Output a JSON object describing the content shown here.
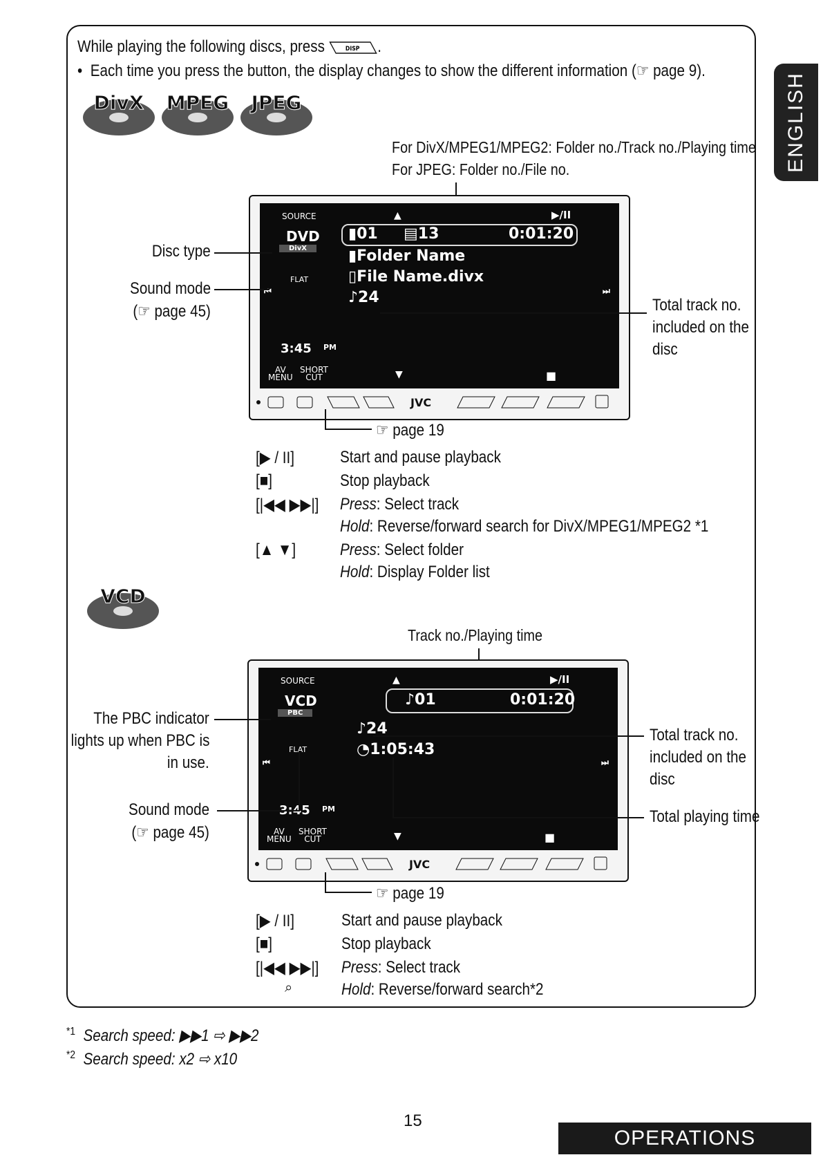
{
  "side_tab": "ENGLISH",
  "footer": {
    "page_number": "15",
    "section": "OPERATIONS"
  },
  "intro": {
    "line1_prefix": "While playing the following discs, press",
    "line1_button": "DISP",
    "line1_suffix": ".",
    "bullet": "•",
    "line2": "Each time you press the button, the display changes to show the different information (☞ page 9)."
  },
  "disc_logos_top": [
    "DivX",
    "MPEG",
    "JPEG"
  ],
  "disc_logo_vcd": "VCD",
  "section1": {
    "callout_top_line1": "For DivX/MPEG1/MPEG2: Folder no./Track no./Playing time",
    "callout_top_line2": "For JPEG: Folder no./File no.",
    "label_disc_type": "Disc type",
    "label_sound_mode": "Sound mode",
    "label_sound_mode_ref": "(☞ page 45)",
    "label_total_track_1": "Total track no.",
    "label_total_track_2": "included on the",
    "label_total_track_3": "disc",
    "page_ref": "☞ page 19",
    "screen": {
      "source": "SOURCE",
      "disc": "DVD",
      "disc_sub": "DivX",
      "flat": "FLAT",
      "folder_no": "01",
      "track_no": "13",
      "time": "0:01:20",
      "folder_name": "Folder Name",
      "file_name": "File Name.divx",
      "total": "♪24",
      "clock": "3:45",
      "pm": "PM",
      "av_menu": "AV\nMENU",
      "short_cut": "SHORT\nCUT",
      "play_pause": "▶/II",
      "brand": "JVC"
    },
    "legend": [
      {
        "key": "[▶ / II]",
        "desc1_i": "",
        "desc1": "Start and pause playback"
      },
      {
        "key": "[■]",
        "desc1_i": "",
        "desc1": "Stop playback"
      },
      {
        "key": "[|◀◀ ▶▶|]",
        "desc1_i": "Press",
        "desc1": ": Select track",
        "desc2_i": "Hold",
        "desc2": ": Reverse/forward search for DivX/MPEG1/MPEG2 *1"
      },
      {
        "key": "[▲ ▼]",
        "desc1_i": "Press",
        "desc1": ": Select folder",
        "desc2_i": "Hold",
        "desc2": ": Display Folder list"
      }
    ]
  },
  "section2": {
    "callout_top": "Track no./Playing time",
    "label_pbc_1": "The PBC indicator",
    "label_pbc_2": "lights up when PBC is",
    "label_pbc_3": "in use.",
    "label_sound_mode": "Sound mode",
    "label_sound_mode_ref": "(☞ page 45)",
    "label_total_track_1": "Total track no.",
    "label_total_track_2": "included on the",
    "label_total_track_3": "disc",
    "label_total_time": "Total playing time",
    "page_ref": "☞ page 19",
    "screen": {
      "source": "SOURCE",
      "disc": "VCD",
      "disc_sub": "PBC",
      "flat": "FLAT",
      "track": "♪01",
      "time": "0:01:20",
      "total": "♪24",
      "total_time": "1:05:43",
      "clock": "3:45",
      "pm": "PM",
      "play_pause": "▶/II",
      "brand": "JVC"
    },
    "legend": [
      {
        "key": "[▶ / II]",
        "desc1_i": "",
        "desc1": "Start and pause playback"
      },
      {
        "key": "[■]",
        "desc1_i": "",
        "desc1": "Stop playback"
      },
      {
        "key": "[|◀◀ ▶▶|]",
        "desc1_i": "Press",
        "desc1": ": Select track"
      },
      {
        "key": "",
        "desc1_i": "Hold",
        "desc1": ": Reverse/forward search*2"
      }
    ]
  },
  "footnotes": [
    {
      "mark": "*1",
      "text": "Search speed: ▶▶1 ⇨ ▶▶2"
    },
    {
      "mark": "*2",
      "text": "Search speed: x2 ⇨ x10"
    }
  ]
}
